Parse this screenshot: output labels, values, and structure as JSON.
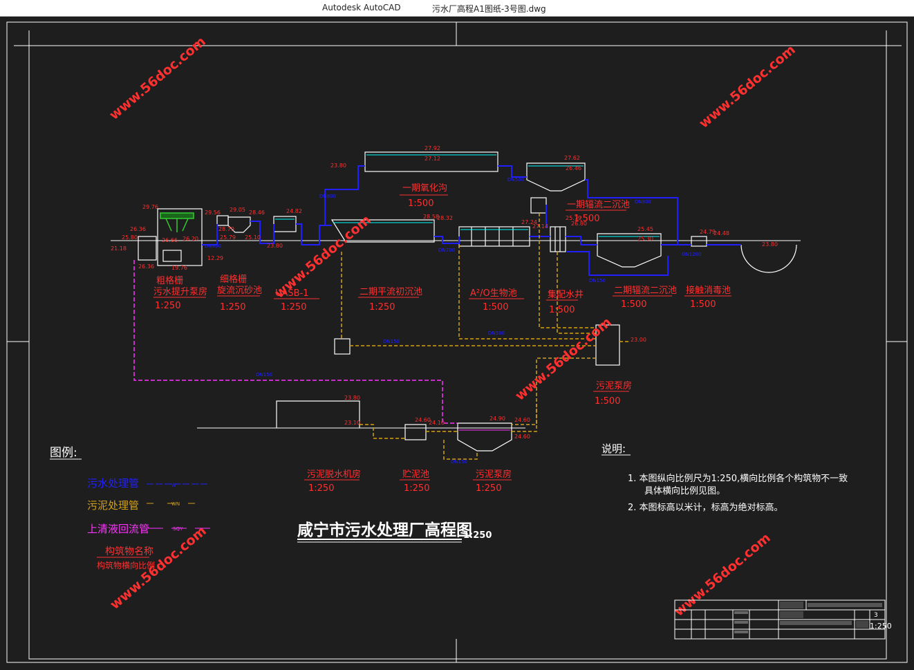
{
  "window": {
    "app_name": "Autodesk AutoCAD",
    "file_name": "污水厂高程A1图纸-3号图.dwg"
  },
  "drawing": {
    "main_title": "咸宁市污水处理厂高程图",
    "main_scale": "1:250",
    "watermark": "www.56doc.com",
    "structures": [
      {
        "name": "粗格栅",
        "name2": "污水提升泵房",
        "scale": "1:250"
      },
      {
        "name": "细格栅",
        "name2": "旋流沉砂池",
        "scale": "1:250"
      },
      {
        "name": "UASB-1",
        "scale": "1:250"
      },
      {
        "name": "二期平流初沉池",
        "scale": "1:250"
      },
      {
        "name": "A²/O生物池",
        "scale": "1:500"
      },
      {
        "name": "集配水井",
        "scale": "1:500"
      },
      {
        "name": "二期辐流二沉池",
        "scale": "1:500"
      },
      {
        "name": "接触消毒池",
        "scale": "1:500"
      },
      {
        "name": "一期氧化沟",
        "scale": "1:500"
      },
      {
        "name": "一期辐流二沉池",
        "scale": "1:500"
      },
      {
        "name": "污泥泵房",
        "scale": "1:500"
      },
      {
        "name": "污泥脱水机房",
        "scale": "1:250"
      },
      {
        "name": "贮泥池",
        "scale": "1:250"
      },
      {
        "name": "污泥泵房",
        "scale": "1:250"
      }
    ],
    "elevations": [
      "27.92",
      "27.12",
      "27.62",
      "26.46",
      "23.80",
      "29.76",
      "29.56",
      "29.05",
      "28.79",
      "28.46",
      "28.58",
      "28.32",
      "27.24",
      "27.14",
      "26.80",
      "25.79",
      "25.45",
      "25.30",
      "24.79",
      "24.48",
      "23.80",
      "23.80",
      "23.10",
      "23.00",
      "24.60",
      "24.10",
      "24.90",
      "24.60",
      "24.60",
      "26.36",
      "25.80",
      "26.66",
      "26.20",
      "21.18",
      "26.36",
      "19.76",
      "12.29",
      "25.79",
      "25.10",
      "24.82",
      "23.80"
    ],
    "pipes": [
      "DN800",
      "DN500",
      "DN800",
      "DN1200",
      "DN700",
      "DN800",
      "DN150",
      "DN500",
      "DN150",
      "DN150",
      "DN150"
    ],
    "legend": {
      "title": "图例:",
      "items": [
        {
          "label": "污水处理管",
          "code": "W",
          "color": "#2020ff"
        },
        {
          "label": "污泥处理管",
          "code": "WN",
          "color": "#d4a017"
        },
        {
          "label": "上清液回流管",
          "code": "SQY",
          "color": "#ff33ff"
        }
      ],
      "structure_name_label": "构筑物名称",
      "structure_scale_label": "构筑物横向比例"
    },
    "notes": {
      "title": "说明:",
      "items": [
        "1. 本图纵向比例尺为1:250,横向比例各个构筑物不一致",
        "具体横向比例见图。",
        "2. 本图标高以米计，标高为绝对标高。"
      ]
    },
    "title_block": {
      "sheet_no": "3",
      "scale": "1:250"
    },
    "colors": {
      "background": "#1e1e1e",
      "frame": "#ffffff",
      "structure": "#ffffff",
      "pipe_water": "#2020ff",
      "pipe_sludge": "#d4a017",
      "pipe_return": "#ff33ff",
      "label": "#ff3030",
      "watermark": "#ff3030",
      "equipment": "#33cc33",
      "water_level": "#00ffff"
    }
  }
}
